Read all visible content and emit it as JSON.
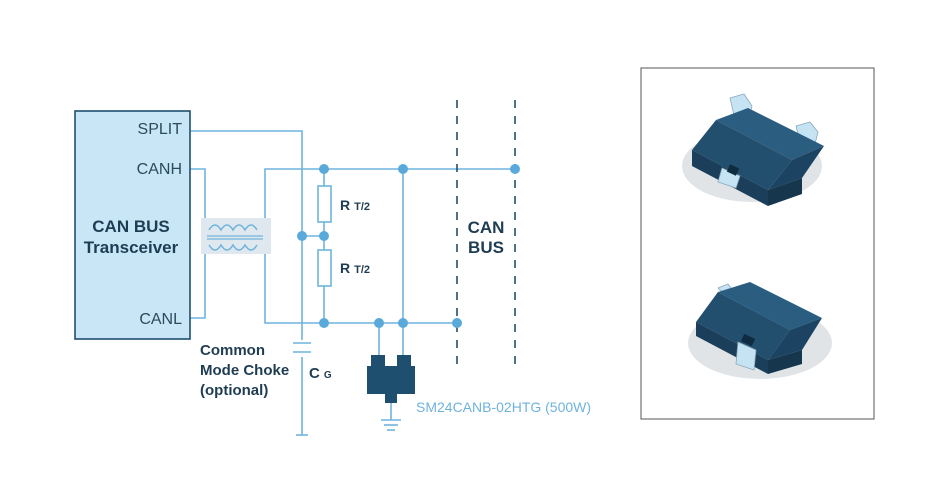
{
  "transceiver": {
    "title_line1": "CAN BUS",
    "title_line2": "Transceiver",
    "pins": {
      "split": "SPLIT",
      "canh": "CANH",
      "canl": "CANL"
    }
  },
  "choke": {
    "line1": "Common",
    "line2": "Mode Choke",
    "line3": "(optional)"
  },
  "resistors": {
    "top": {
      "main": "R",
      "sub": "T/2"
    },
    "bottom": {
      "main": "R",
      "sub": "T/2"
    }
  },
  "capacitor": {
    "main": "C",
    "sub": "G"
  },
  "bus": {
    "line1": "CAN",
    "line2": "BUS"
  },
  "tvs": {
    "part_label": "SM24CANB-02HTG (500W)"
  },
  "colors": {
    "wire": "#6fb3dd",
    "node": "#5aa9db",
    "transceiver_fill": "#c8e6f5",
    "device": "#1f4f6e",
    "text_dark": "#1f3d52",
    "part_text": "#6fb3dd"
  }
}
